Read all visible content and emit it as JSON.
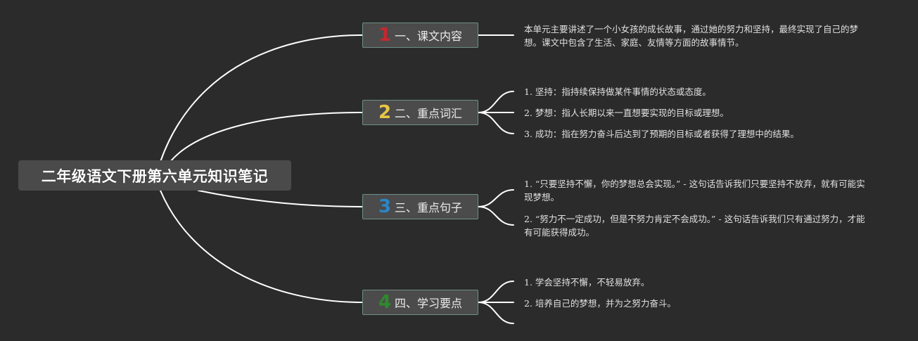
{
  "root": {
    "title": "二年级语文下册第六单元知识笔记"
  },
  "colors": {
    "background": "#2b2b2b",
    "line": "#ffffff",
    "num1": "#c4282e",
    "num2": "#e8c646",
    "num3": "#2b86c8",
    "num4": "#2e8b2e"
  },
  "branches": [
    {
      "number": "1",
      "label": "一、课文内容",
      "leaves": [
        "本单元主要讲述了一个小女孩的成长故事，通过她的努力和坚持，最终实现了自己的梦想。课文中包含了生活、家庭、友情等方面的故事情节。"
      ]
    },
    {
      "number": "2",
      "label": "二、重点词汇",
      "leaves": [
        "1. 坚持：指持续保持做某件事情的状态或态度。",
        "2. 梦想：指人长期以来一直想要实现的目标或理想。",
        "3. 成功：指在努力奋斗后达到了预期的目标或者获得了理想中的结果。"
      ]
    },
    {
      "number": "3",
      "label": "三、重点句子",
      "leaves": [
        "1. “只要坚持不懈，你的梦想总会实现。” - 这句话告诉我们只要坚持不放弃，就有可能实现梦想。",
        "2. “努力不一定成功，但是不努力肯定不会成功。” - 这句话告诉我们只有通过努力，才能有可能获得成功。"
      ]
    },
    {
      "number": "4",
      "label": "四、学习要点",
      "leaves": [
        "1. 学会坚持不懈，不轻易放弃。",
        "2. 培养自己的梦想，并为之努力奋斗。"
      ]
    }
  ]
}
